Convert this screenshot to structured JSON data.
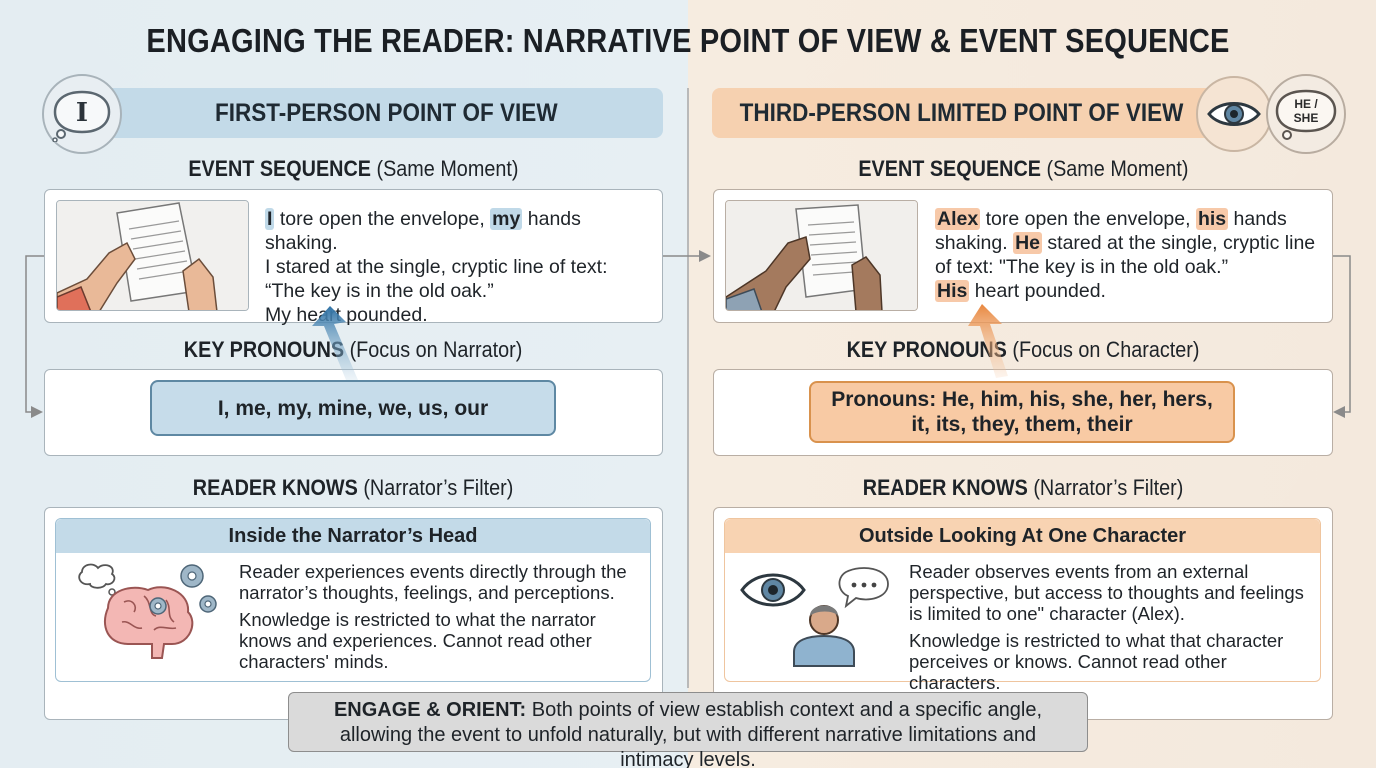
{
  "title": "ENGAGING THE READER: NARRATIVE POINT OF VIEW & EVENT SEQUENCE",
  "colors": {
    "first_accent": "#c3dae8",
    "third_accent": "#f6d1b0",
    "first_arrow": "#2f72a5",
    "third_arrow": "#e8873e"
  },
  "left": {
    "heading": "FIRST-PERSON POINT OF VIEW",
    "icon_letter": "I",
    "event_heading": "EVENT SEQUENCE",
    "event_sub": "(Same Moment)",
    "story": {
      "l1_hl": "I",
      "l1_rest": " tore open the envelope, ",
      "l1_hl2": "my",
      "l1_end": " hands shaking.",
      "l2": "I stared at the single, cryptic line of text:",
      "l3": "“The key is in the old oak.”",
      "l4": "My heart pounded."
    },
    "pronouns_heading": "KEY PRONOUNS",
    "pronouns_sub": "(Focus on Narrator)",
    "pronouns": "I, me, my, mine, we, us, our",
    "knows_heading": "READER KNOWS",
    "knows_sub": "(Narrator’s Filter)",
    "knows_box_title": "Inside the Narrator’s Head",
    "knows_p1": "Reader experiences events directly through the narrator’s thoughts, feelings, and perceptions.",
    "knows_p2": "Knowledge is restricted to what the narrator knows and experiences. Cannot read other characters' minds."
  },
  "right": {
    "heading": "THIRD-PERSON LIMITED POINT OF VIEW",
    "icon_text_1": "HE /",
    "icon_text_2": "SHE",
    "event_heading": "EVENT SEQUENCE",
    "event_sub": "(Same Moment)",
    "story": {
      "l1_hl": "Alex",
      "l1_rest": " tore open the envelope, ",
      "l1_hl2": "his",
      "l1_end": " hands",
      "l2a": "shaking. ",
      "l2_hl": "He",
      "l2b": " stared at the single, cryptic line",
      "l3": "of text: \"The key is in the old oak.”",
      "l4_hl": "His",
      "l4_rest": " heart pounded."
    },
    "pronouns_heading": "KEY PRONOUNS",
    "pronouns_sub": "(Focus on Character)",
    "pronouns_line1": "Pronouns: He, him, his, she, her, hers,",
    "pronouns_line2": "it, its, they, them, their",
    "knows_heading": "READER KNOWS",
    "knows_sub": "(Narrator’s Filter)",
    "knows_box_title": "Outside Looking At One Character",
    "knows_p1": "Reader observes events from an external perspective, but access to thoughts and feelings is limited to one\" character (Alex).",
    "knows_p2": "Knowledge is restricted to what that character perceives or knows. Cannot read other characters."
  },
  "footer": {
    "label": "ENGAGE & ORIENT:",
    "text": " Both points of view establish context and a specific angle, allowing the event to unfold naturally, but with different narrative limitations and intimacy levels."
  }
}
